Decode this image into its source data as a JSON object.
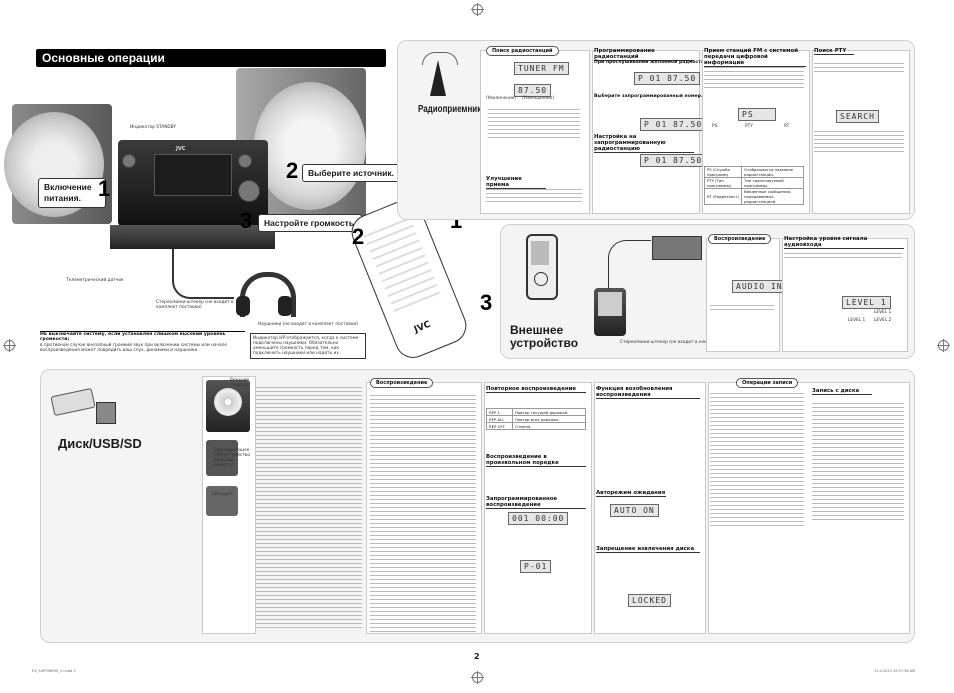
{
  "page": {
    "main_title": "Основные операции",
    "page_number": "2",
    "footer_left": "EX_A3POWERS_ru.indd 2",
    "footer_right": "11.4.2013 10:57:56 AM"
  },
  "basic": {
    "power_label": "Включение питания.",
    "source_label": "Выберите источник.",
    "volume_label": "Настройте громкость.",
    "step1": "1",
    "step2": "2",
    "step3": "3",
    "standby_indicator": "Индикатор STANDBY",
    "remote_sensor": "Телеметрический датчик",
    "headphones": "Наушники (не входят в комплект поставки)",
    "stereo_plug": "Стерео/мини-штекер (не входит в комплект поставки)",
    "warning_title": "НЕ выключайте систему, если установлен слишком высокий уровень громкости;",
    "warning_text": "в противном случае внезапный громкий звук при включении системы или начале воспроизведения может повредить ваш слух, динамики и наушники.",
    "note_text": "Индикатор HP отображается, когда к системе подключены наушники. Обязательно уменьшите громкость перед тем, как подключить наушники или надеть их."
  },
  "fm": {
    "title": "Радиоприемник FM",
    "search_tab": "Поиск радиостанций",
    "tuner_lcd": "TUNER FM",
    "freq_lcd": "87.50",
    "preset_lcd": "P 01 87.50",
    "up_label": "(Увеличение)",
    "down_label": "(Уменьшение)",
    "stereo_title": "Улучшение приема",
    "prog_title": "Программирование радиостанций",
    "prog_sub": "При прослушивании желаемой радиостанции...",
    "prog_step2": "Выберите запрограммированный номер.",
    "tune_title": "Настройка на запрограммированную радиостанцию",
    "rds_title": "Прием станций FM с системой передачи цифровой информации",
    "rds_display": "PS",
    "pty_lcd": "PTY",
    "rt_lcd": "RT",
    "ptysearch_title": "Поиск PTY",
    "ptysearch_lcd": "SEARCH",
    "pty_tab1": "PS (Служба программ)",
    "pty_tab2": "PTY (Тип программы)",
    "pty_tab3": "RT (Радиотекст)",
    "pty_desc1": "Отображается название радиостанции.",
    "pty_desc2": "Тип транслируемой программы.",
    "pty_desc3": "Введенные сообщения, передаваемые радиостанцией."
  },
  "ext": {
    "title": "Внешнее устройство",
    "playback_tab": "Воспроизведение",
    "audio_lcd": "AUDIO IN",
    "level_title": "Настройка уровня сигнала аудиовхода",
    "level_lcd": "LEVEL 1",
    "level1": "LEVEL 1",
    "level2": "LEVEL 2",
    "cable_label": "Стерео/мини-штекер (не входит в комплект поставки)"
  },
  "disc": {
    "title": "Диск/USB/SD",
    "usb_label": "Запоминающее USB-устройство большой емкости",
    "sd_label": "SD-карта",
    "disc_label": "Верхняя сторона",
    "playback_tab": "Воспроизведение",
    "repeat_title": "Повторное воспроизведение",
    "random_title": "Воспроизведение в произвольном порядке",
    "program_title": "Запрограммированное воспроизведение",
    "resume_title": "Функция возобновления воспроизведения",
    "standby_title": "Авторежим ожидания",
    "eject_title": "Запрещение извлечения диска",
    "record_tab": "Операции записи",
    "record_title": "Запись с диска",
    "lcd_track": "001 00:00",
    "lcd_prog": "P-01",
    "lcd_auto": "AUTO ON",
    "lcd_locked": "LOCKED",
    "repeat_opts": [
      "REP 1",
      "REP ALL",
      "REP OFF"
    ],
    "repeat_desc": [
      "Повтор текущей дорожки.",
      "Повтор всех дорожек.",
      "Отмена."
    ]
  }
}
